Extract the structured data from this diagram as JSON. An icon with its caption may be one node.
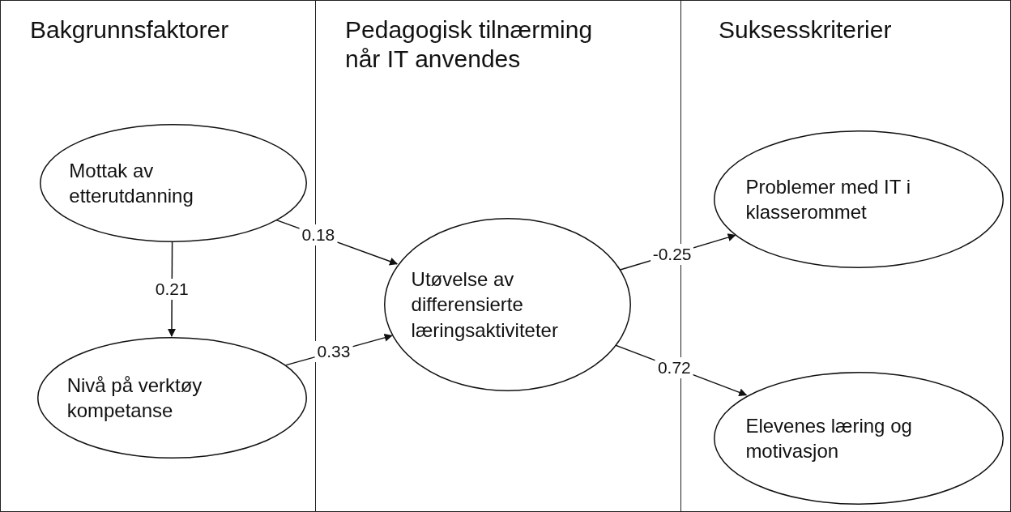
{
  "diagram": {
    "nodes": [
      {
        "text": [
          "Bakgrunnsfaktorer"
        ]
      },
      {
        "text": [
          "Mottak av etterutdanning"
        ],
        "in": 0
      },
      {
        "text": [
          "Nivå på verktøy kompetanse"
        ],
        "in": 0
      },
      {
        "text": [
          "Pedagogisk tilnærming når IT anvendes"
        ]
      },
      {
        "text": [
          "Utøvelse av differensierte læringsaktiviteter"
        ],
        "in": 3
      },
      {
        "text": [
          "Suksesskriterier"
        ]
      },
      {
        "text": [
          "Problemer med IT i klasserommet"
        ],
        "in": 5
      },
      {
        "text": [
          "Elevenes læring og motivasjon"
        ],
        "in": 5
      }
    ],
    "edges": [
      {
        "from": 1,
        "to": 2,
        "arrow": "to",
        "label": "0.21"
      },
      {
        "from": 1,
        "to": 4,
        "arrow": "to",
        "label": "0.18"
      },
      {
        "from": 2,
        "to": 4,
        "arrow": "to",
        "label": "0.33"
      },
      {
        "from": 4,
        "to": 6,
        "arrow": "to",
        "label": "-0.25"
      },
      {
        "from": 4,
        "to": 7,
        "arrow": "to",
        "label": "0.72"
      }
    ]
  }
}
